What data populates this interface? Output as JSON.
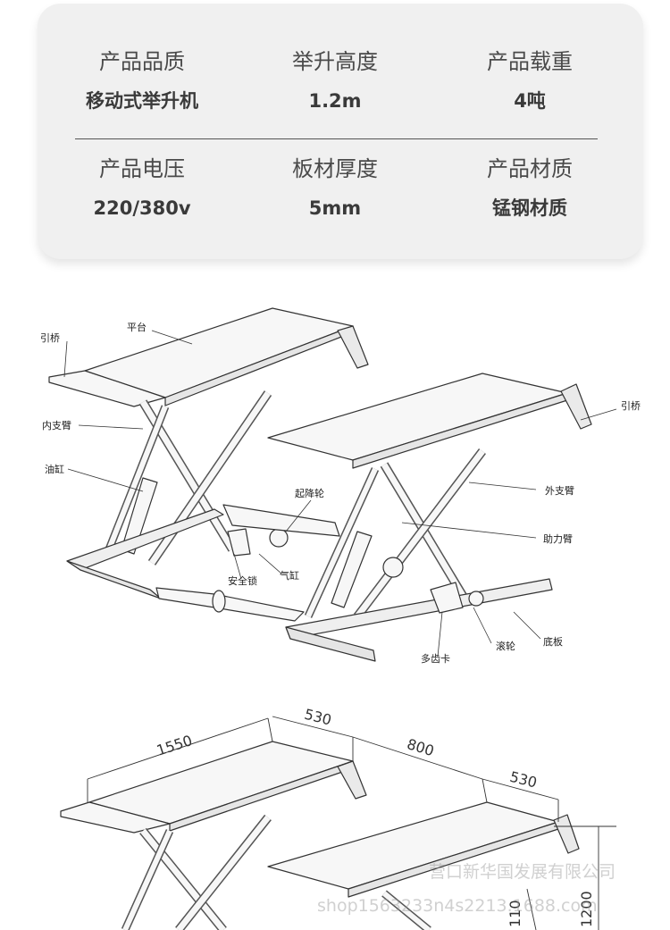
{
  "specs": [
    {
      "label": "产品品质",
      "value": "移动式举升机"
    },
    {
      "label": "举升高度",
      "value": "1.2m"
    },
    {
      "label": "产品载重",
      "value": "4吨"
    },
    {
      "label": "产品电压",
      "value": "220/380v"
    },
    {
      "label": "板材厚度",
      "value": "5mm"
    },
    {
      "label": "产品材质",
      "value": "锰钢材质"
    }
  ],
  "diagram": {
    "labels": {
      "platform": "平台",
      "bridge_left": "引桥",
      "bridge_right": "引桥",
      "inner_arm": "内支臂",
      "oil_cylinder": "油缸",
      "lift_wheel": "起降轮",
      "outer_arm": "外支臂",
      "assist_arm": "助力臂",
      "safety_lock": "安全锁",
      "air_cylinder": "气缸",
      "roller": "滚轮",
      "base_plate": "底板",
      "multi_tooth_card": "多齿卡"
    }
  },
  "dimensions": {
    "length": "1550",
    "width_left": "530",
    "gap": "800",
    "width_right": "530",
    "low_height": "110",
    "high_height": "1200"
  },
  "watermark": {
    "line1": "营口新华国发展有限公司",
    "line2": "shop1563233n4s2213.1688.com"
  }
}
